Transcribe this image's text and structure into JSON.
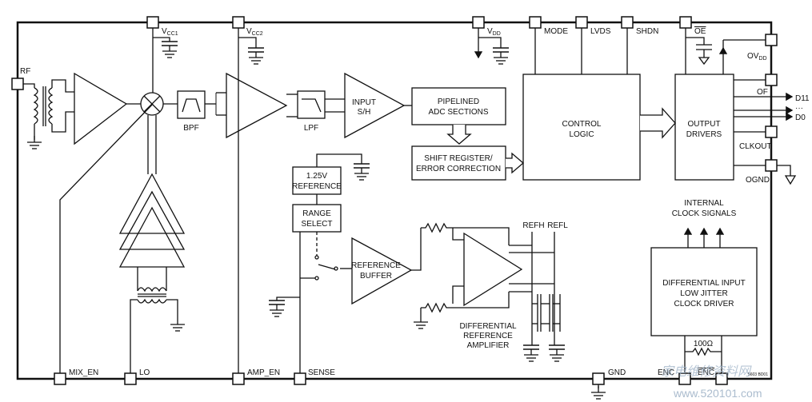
{
  "pins": {
    "rf": "RF",
    "vcc1": "V",
    "vcc1_sub": "CC1",
    "vcc2": "V",
    "vcc2_sub": "CC2",
    "vdd": "V",
    "vdd_sub": "DD",
    "mode": "MODE",
    "lvds": "LVDS",
    "shdn": "SHDN",
    "oe": "OE",
    "ovdd": "OV",
    "ovdd_sub": "DD",
    "of": "OF",
    "d11": "D11",
    "dots": "···",
    "d0": "D0",
    "clkout": "CLKOUT",
    "ognd": "OGND",
    "mix_en": "MIX_EN",
    "lo": "LO",
    "amp_en": "AMP_EN",
    "sense": "SENSE",
    "gnd": "GND",
    "enc": "ENC",
    "enc_bar": "ENC"
  },
  "blocks": {
    "bpf": "BPF",
    "lpf": "LPF",
    "input_sh": [
      "INPUT",
      "S/H"
    ],
    "pipelined": [
      "PIPELINED",
      "ADC SECTIONS"
    ],
    "shift_reg": [
      "SHIFT REGISTER/",
      "ERROR CORRECTION"
    ],
    "control": [
      "CONTROL",
      "LOGIC"
    ],
    "output": [
      "OUTPUT",
      "DRIVERS"
    ],
    "reference": [
      "1.25V",
      "REFERENCE"
    ],
    "range": [
      "RANGE",
      "SELECT"
    ],
    "ref_buffer": [
      "REFERENCE",
      "BUFFER"
    ],
    "refh": "REFH",
    "refl": "REFL",
    "diff_amp": [
      "DIFFERENTIAL",
      "REFERENCE",
      "AMPLIFIER"
    ],
    "internal_clock": [
      "INTERNAL",
      "CLOCK SIGNALS"
    ],
    "clock_driver": [
      "DIFFERENTIAL INPUT",
      "LOW JITTER",
      "CLOCK DRIVER"
    ],
    "resistor": "100Ω",
    "code": "5603 BD01"
  },
  "watermark": {
    "cn": "家电维修资料网",
    "url": "www.520101.com"
  }
}
